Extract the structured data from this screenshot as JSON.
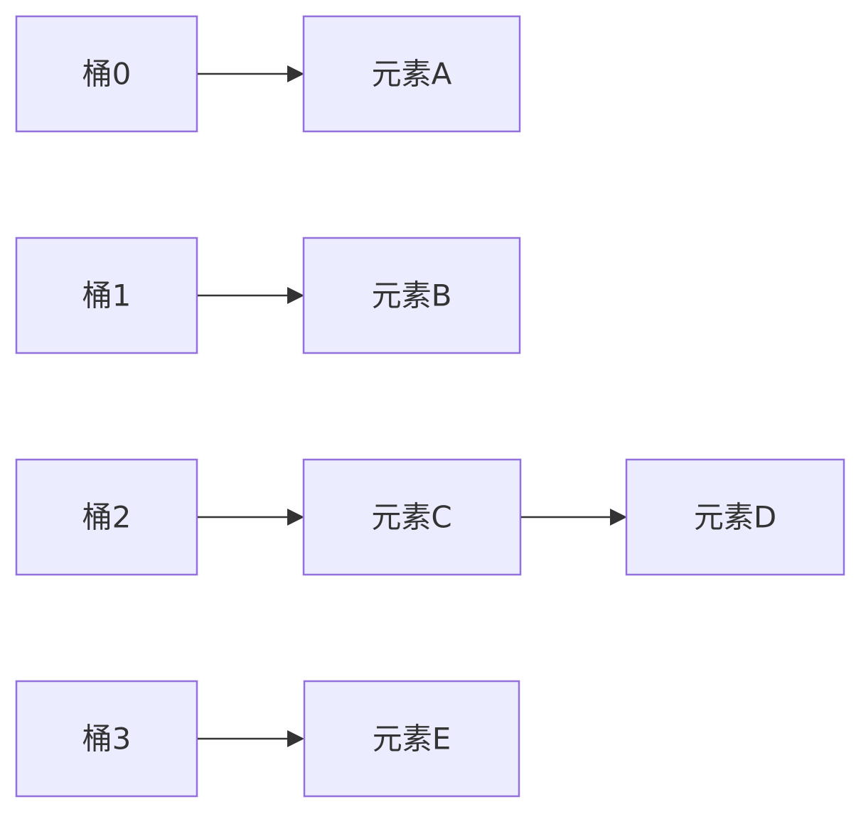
{
  "colors": {
    "node_fill": "#ECECFF",
    "node_border": "#9370DB",
    "edge": "#333333",
    "text": "#333333"
  },
  "rows": [
    {
      "bucket": "桶0",
      "elements": [
        "元素A"
      ]
    },
    {
      "bucket": "桶1",
      "elements": [
        "元素B"
      ]
    },
    {
      "bucket": "桶2",
      "elements": [
        "元素C",
        "元素D"
      ]
    },
    {
      "bucket": "桶3",
      "elements": [
        "元素E"
      ]
    }
  ]
}
